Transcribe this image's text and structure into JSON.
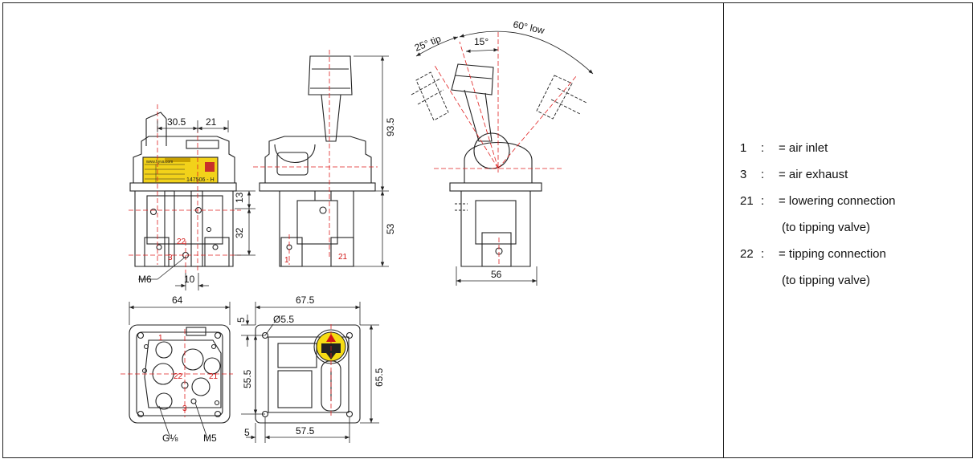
{
  "dimensions": {
    "d30_5": "30.5",
    "d21": "21",
    "d13": "13",
    "d32": "32",
    "d10": "10",
    "m6": "M6",
    "d93_5": "93.5",
    "d53": "53",
    "d56": "56",
    "d25tip": "25° tip",
    "d15": "15°",
    "d60low": "60° low",
    "d64": "64",
    "d67_5": "67.5",
    "d5_top": "5",
    "dia5_5": "Ø5.5",
    "d55_5": "55.5",
    "d65_5": "65.5",
    "d5_bottom": "5",
    "d57_5": "57.5",
    "g18": "G⅛",
    "m5": "M5"
  },
  "ports": {
    "p1_side": "1",
    "p21_side": "21",
    "p22_front": "22",
    "p3_front": "3",
    "p1_bottom": "1",
    "p22_bottom": "22",
    "p21_bottom": "21",
    "p3_bottom": "3"
  },
  "label_plate": {
    "line1": "www.hyva.com",
    "code": "147506 - H"
  },
  "legend": [
    {
      "num": "1",
      "sep": ":",
      "text": "= air inlet"
    },
    {
      "num": "3",
      "sep": ":",
      "text": "= air exhaust"
    },
    {
      "num": "21",
      "sep": ":",
      "text": "= lowering connection"
    },
    {
      "cont": "(to tipping valve)"
    },
    {
      "num": "22",
      "sep": ":",
      "text": "= tipping connection"
    },
    {
      "cont": "(to tipping valve)"
    }
  ],
  "colors": {
    "line": "#222222",
    "centerline": "#e02020",
    "port_label": "#d01515",
    "plate": "#f2d21a",
    "sticker": "#f6dc14"
  }
}
